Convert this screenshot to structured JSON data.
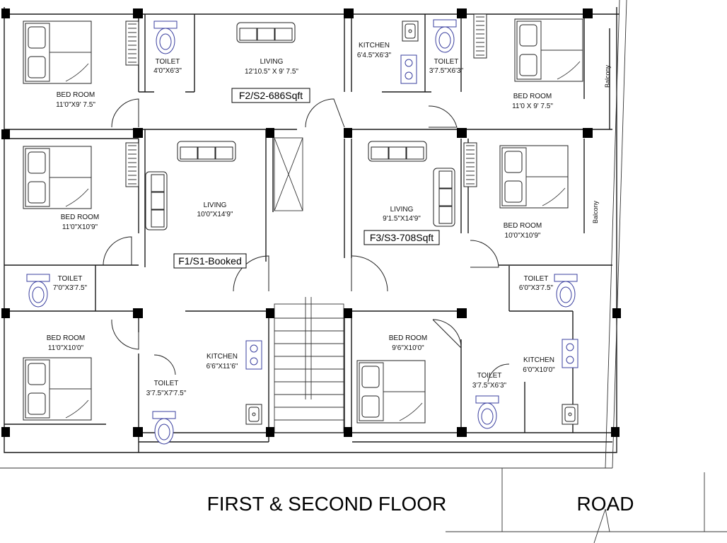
{
  "rooms": {
    "bed1_name": "BED ROOM",
    "bed1_dim": "11'0\"X9' 7.5\"",
    "toilet1_name": "TOILET",
    "toilet1_dim": "4'0\"X6'3\"",
    "living1_name": "LIVING",
    "living1_dim": "12'10.5\" X 9' 7.5\"",
    "kitchen1_name": "KITCHEN",
    "kitchen1_dim": "6'4.5\"X6'3\"",
    "toilet2_name": "TOILET",
    "toilet2_dim": "3'7.5\"X6'3\"",
    "bed2_name": "BED ROOM",
    "bed2_dim": "11'0 X 9' 7.5\"",
    "balcony1": "Balcony",
    "bed3_name": "BED ROOM",
    "bed3_dim": "11'0\"X10'9\"",
    "living2_name": "LIVING",
    "living2_dim": "10'0\"X14'9\"",
    "living3_name": "LIVING",
    "living3_dim": "9'1.5\"X14'9\"",
    "bed4_name": "BED ROOM",
    "bed4_dim": "10'0\"X10'9\"",
    "balcony2": "Balcony",
    "toilet3_name": "TOILET",
    "toilet3_dim": "7'0\"X3'7.5\"",
    "toilet4_name": "TOILET",
    "toilet4_dim": "6'0\"X3'7.5\"",
    "bed5_name": "BED ROOM",
    "bed5_dim": "11'0\"X10'0\"",
    "kitchen2_name": "KITCHEN",
    "kitchen2_dim": "6'6\"X11'6\"",
    "bed6_name": "BED ROOM",
    "bed6_dim": "9'6\"X10'0\"",
    "kitchen3_name": "KITCHEN",
    "kitchen3_dim": "6'0\"X10'0\"",
    "toilet5_name": "TOILET",
    "toilet5_dim": "3'7.5\"X7'7.5\"",
    "toilet6_name": "TOILET",
    "toilet6_dim": "3'7.5\"X6'3\""
  },
  "flats": {
    "f2": "F2/S2-686Sqft",
    "f1": "F1/S1-Booked",
    "f3": "F3/S3-708Sqft"
  },
  "footer": {
    "floor_title": "FIRST & SECOND FLOOR",
    "road": "ROAD"
  }
}
